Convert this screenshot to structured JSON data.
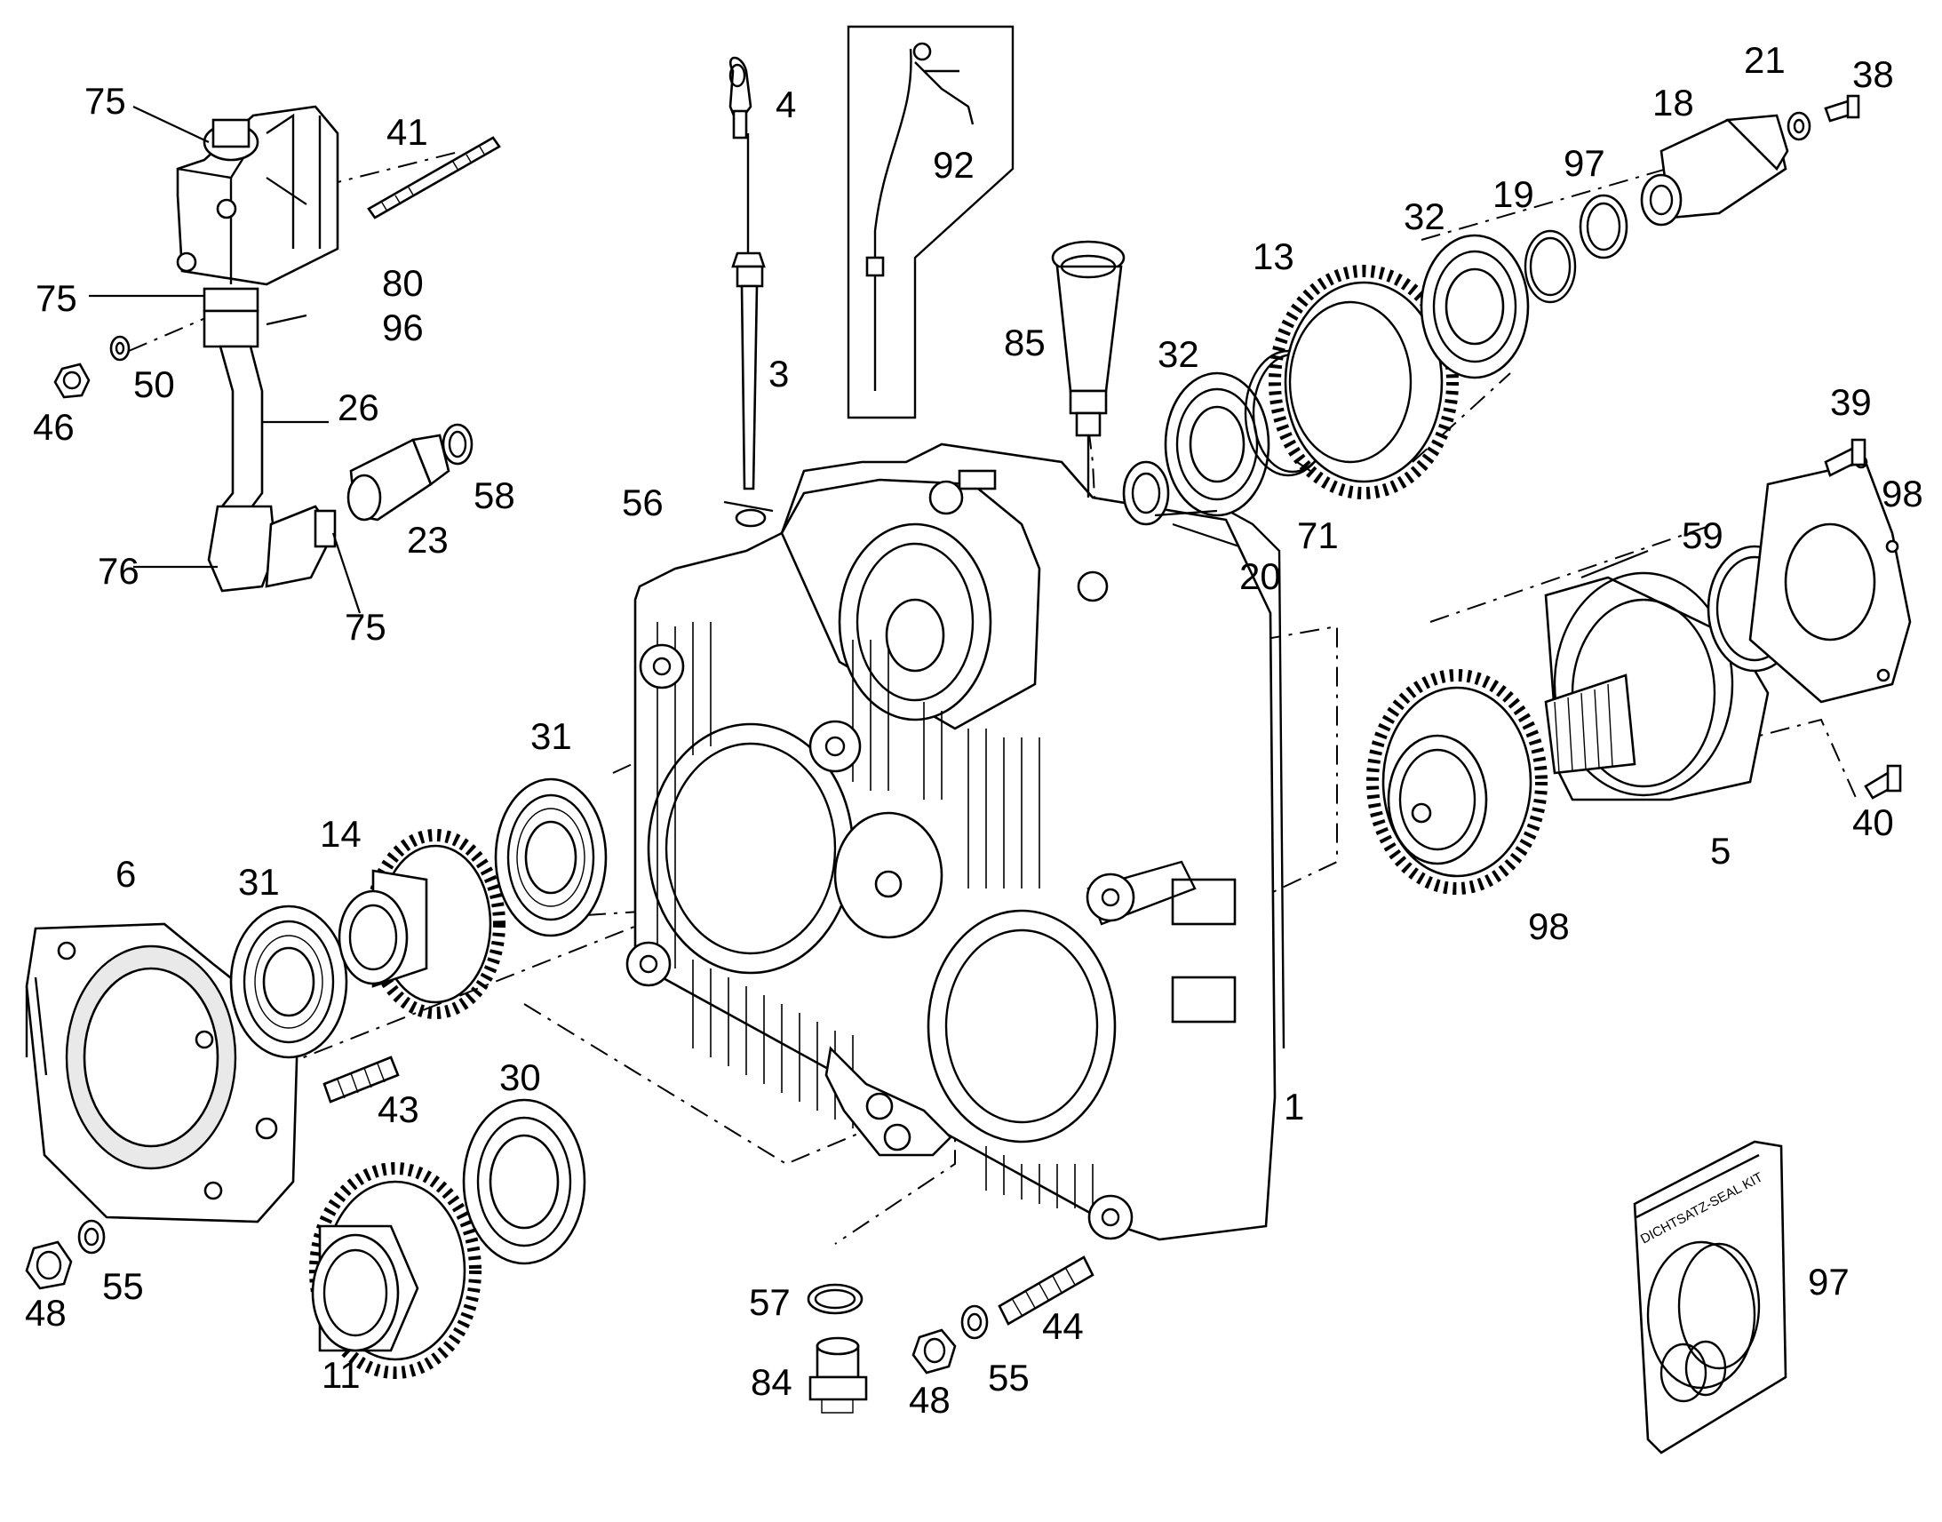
{
  "labels": {
    "p1": "1",
    "p3": "3",
    "p4": "4",
    "p5": "5",
    "p6": "6",
    "p11": "11",
    "p13": "13",
    "p14": "14",
    "p18": "18",
    "p19": "19",
    "p20": "20",
    "p21": "21",
    "p23": "23",
    "p26": "26",
    "p30": "30",
    "p31a": "31",
    "p31b": "31",
    "p32a": "32",
    "p32b": "32",
    "p38": "38",
    "p39": "39",
    "p40": "40",
    "p41": "41",
    "p43": "43",
    "p44": "44",
    "p46": "46",
    "p48a": "48",
    "p48b": "48",
    "p50": "50",
    "p55a": "55",
    "p55b": "55",
    "p56": "56",
    "p57": "57",
    "p58": "58",
    "p59": "59",
    "p71": "71",
    "p75a": "75",
    "p75b": "75",
    "p75c": "75",
    "p76": "76",
    "p80": "80",
    "p84": "84",
    "p85": "85",
    "p92": "92",
    "p96": "96",
    "p97a": "97",
    "p97b": "97",
    "p98a": "98",
    "p98b": "98"
  },
  "seal_kit_text": "DICHTSATZ-SEAL KIT"
}
